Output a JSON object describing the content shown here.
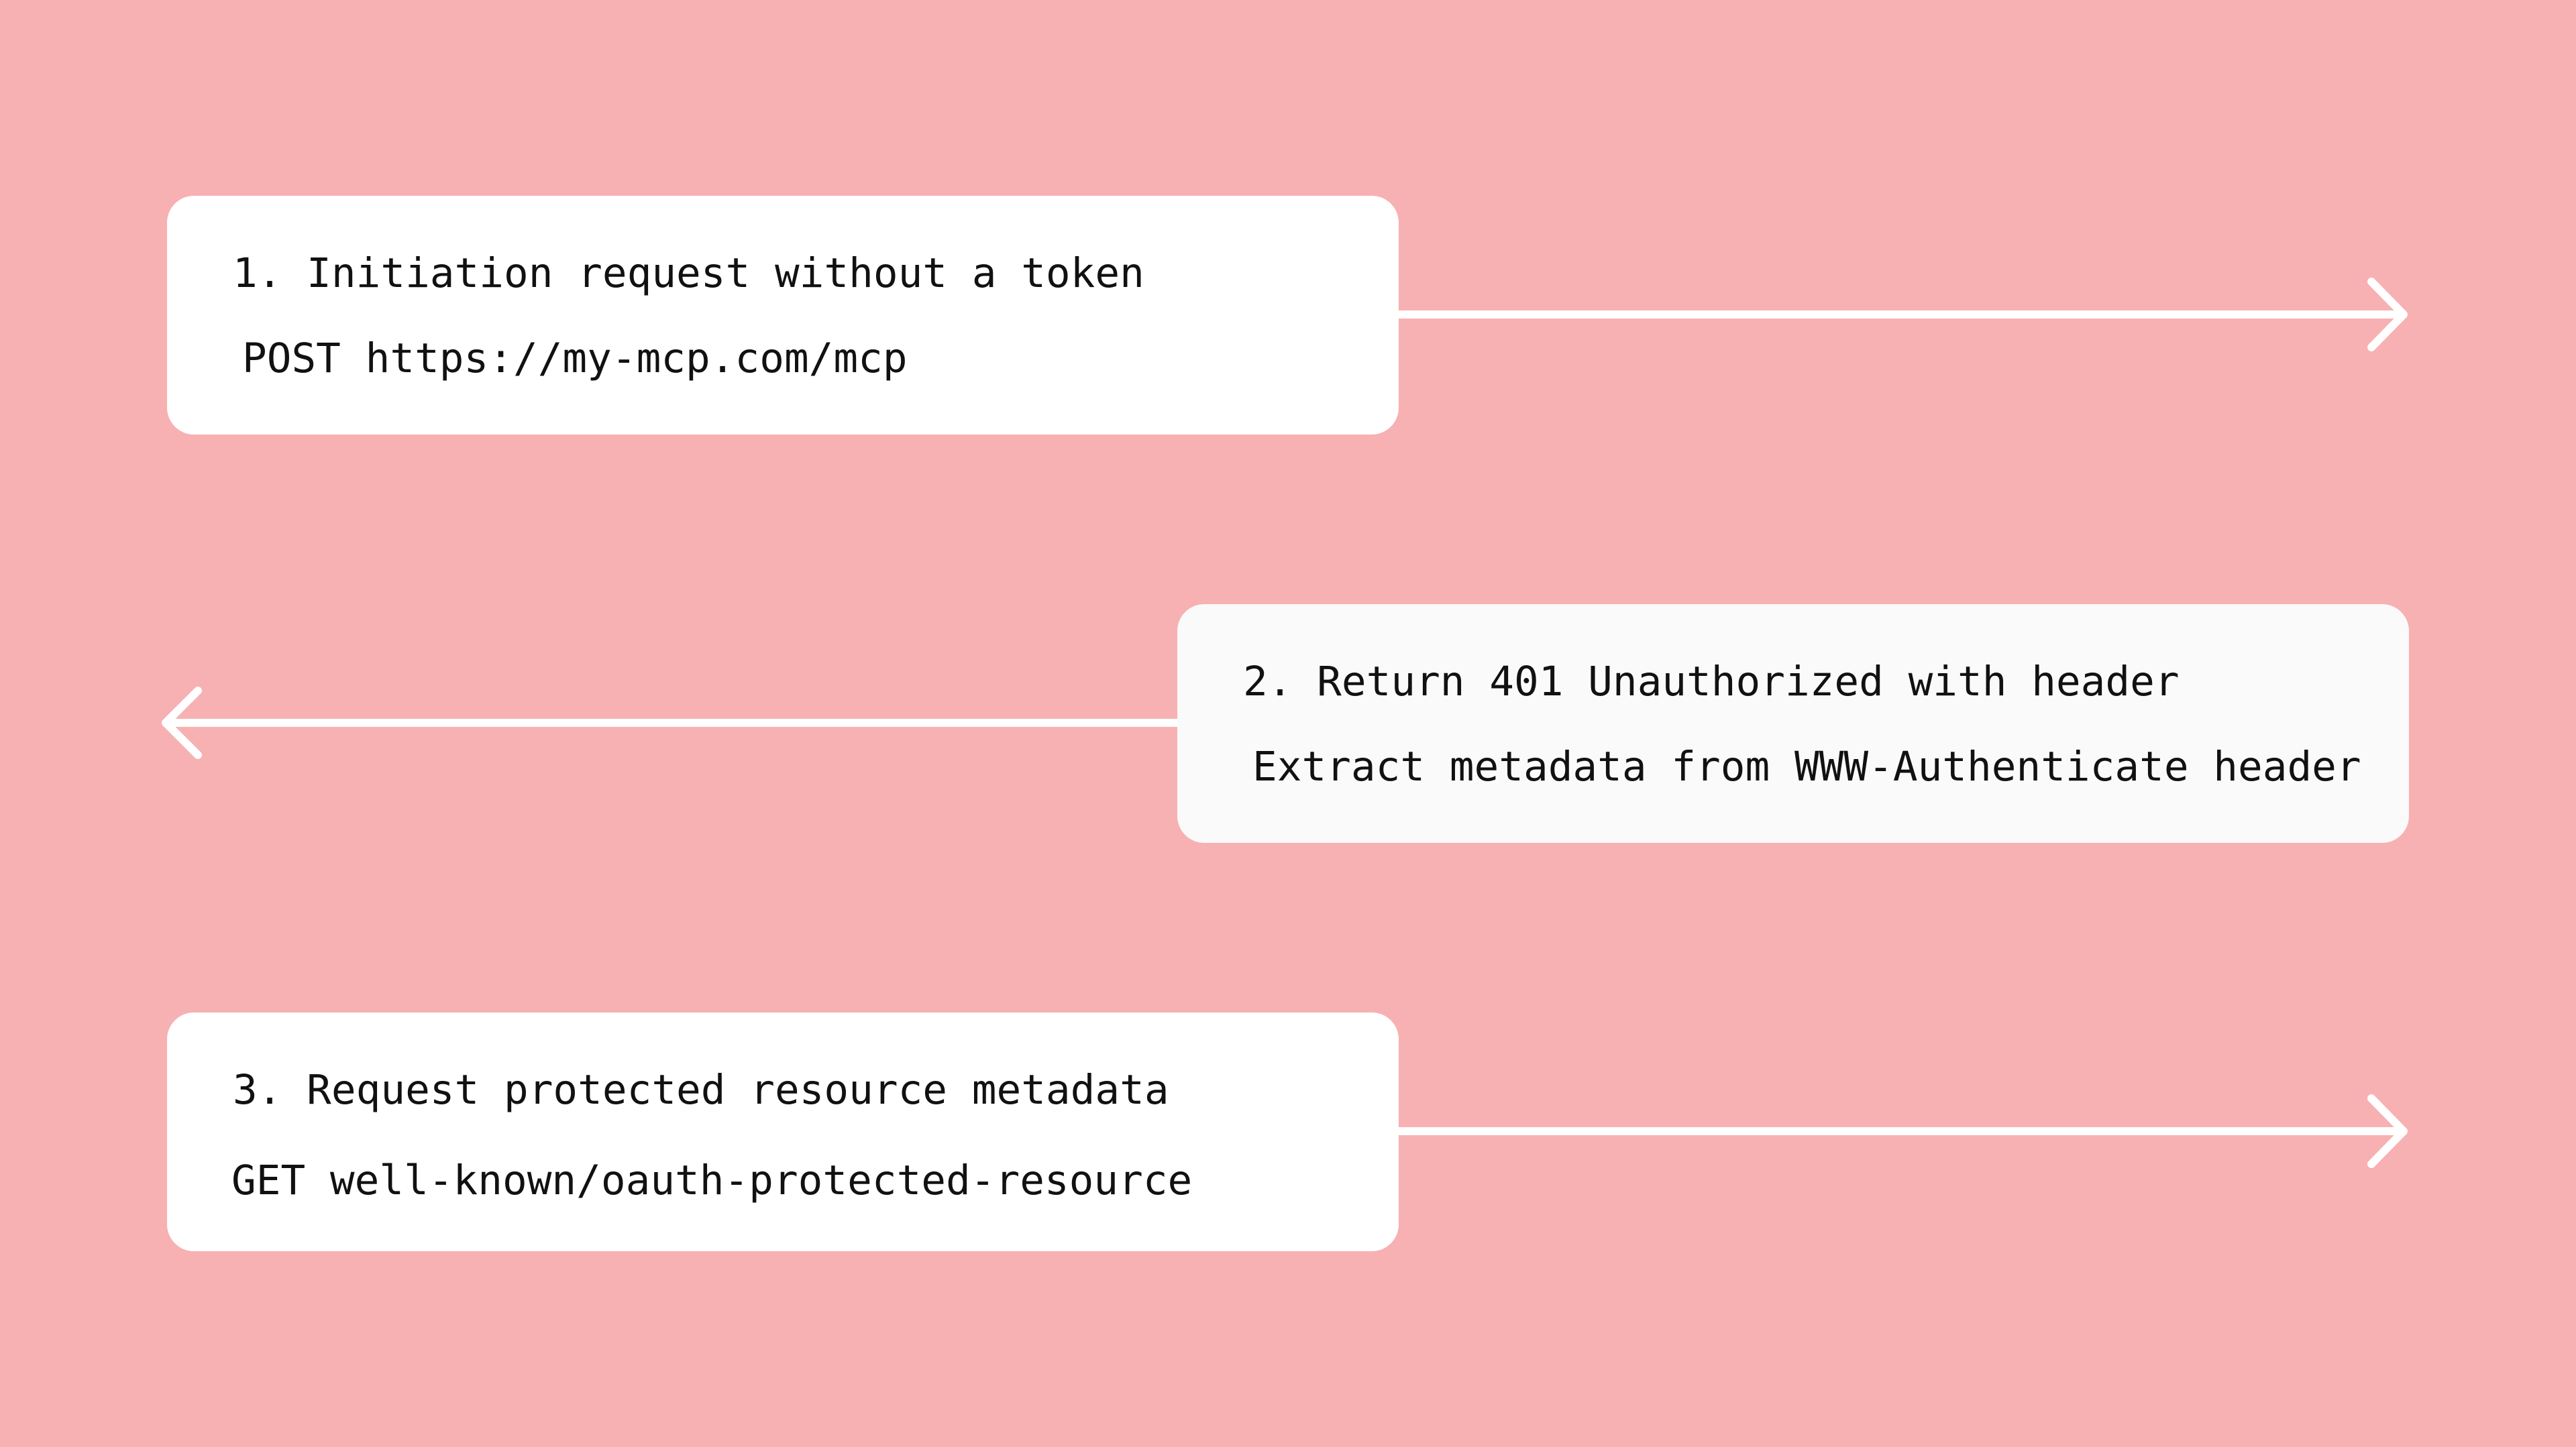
{
  "diagram": {
    "steps": [
      {
        "title": "1. Initiation request without a token",
        "detail": "POST https://my-mcp.com/mcp",
        "arrow_direction": "right"
      },
      {
        "title": "2. Return 401 Unauthorized with header",
        "detail": "Extract metadata from WWW-Authenticate header",
        "arrow_direction": "left"
      },
      {
        "title": "3. Request protected resource metadata",
        "detail": "GET well-known/oauth-protected-resource",
        "arrow_direction": "right"
      }
    ]
  },
  "colors": {
    "background": "#f7b1b2",
    "card": "#ffffff",
    "arrow": "#ffffff",
    "text": "#111111"
  },
  "icons": [
    "arrow-right-icon",
    "arrow-left-icon"
  ]
}
